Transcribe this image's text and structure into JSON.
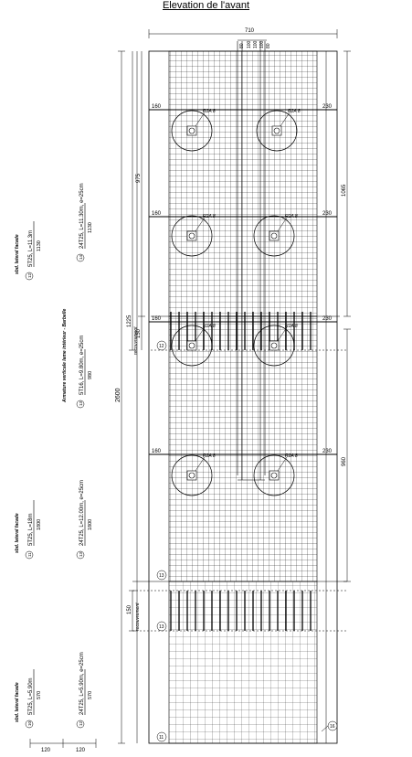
{
  "title": "Elevation de l'avant",
  "dims": {
    "top_width": "710",
    "top_small": [
      "80",
      "100",
      "100",
      "100",
      "80"
    ],
    "left_overall": "2600",
    "left_mid": "1225",
    "left_upper": "975",
    "left_150_a": "150",
    "left_150_b": "150",
    "right_1065": "1065",
    "right_960": "960",
    "bottom_left_a": "120",
    "bottom_left_b": "120"
  },
  "row_labels": {
    "left": [
      "160",
      "160",
      "160",
      "160"
    ],
    "right": [
      "230",
      "230",
      "230",
      "230"
    ]
  },
  "anchors": [
    {
      "label": "R2A 8"
    },
    {
      "label": "R2A 8"
    },
    {
      "label": "R2A 8"
    },
    {
      "label": "R2A 8"
    },
    {
      "label": "R2A 8"
    },
    {
      "label": "R2A 8"
    },
    {
      "label": "R2A 8"
    },
    {
      "label": "R2A 8"
    }
  ],
  "side_notes": {
    "recouvrement_1": "recouvrement",
    "recouvrement_2": "recouvrement"
  },
  "markers": [
    "12",
    "13",
    "13",
    "11",
    "16"
  ],
  "legend": [
    {
      "header": "sbd. lateral facade",
      "num": "12",
      "spec": "5T25, L=11.3m",
      "len": "1130"
    },
    {
      "header": "",
      "num": "14",
      "spec": "24T25, L=11.30m, e=25cm",
      "len": "1130"
    },
    {
      "header": "Armature verticale lame intérieur - Barbelle",
      "num": "13",
      "spec": "5T16, L=9.80m, e=25cm",
      "len": "980"
    },
    {
      "header": "sbd. lateral facade",
      "num": "11",
      "spec": "5T25, L=18m",
      "len": "1800"
    },
    {
      "header": "",
      "num": "13",
      "spec": "24T25, L=12.00m, e=25cm",
      "len": "1800"
    },
    {
      "header": "sbd. lateral facade",
      "num": "10",
      "spec": "5T25, L=5.90m",
      "len": "570"
    },
    {
      "header": "",
      "num": "12",
      "spec": "24T25, L=5.90m, e=25cm",
      "len": "570"
    }
  ]
}
